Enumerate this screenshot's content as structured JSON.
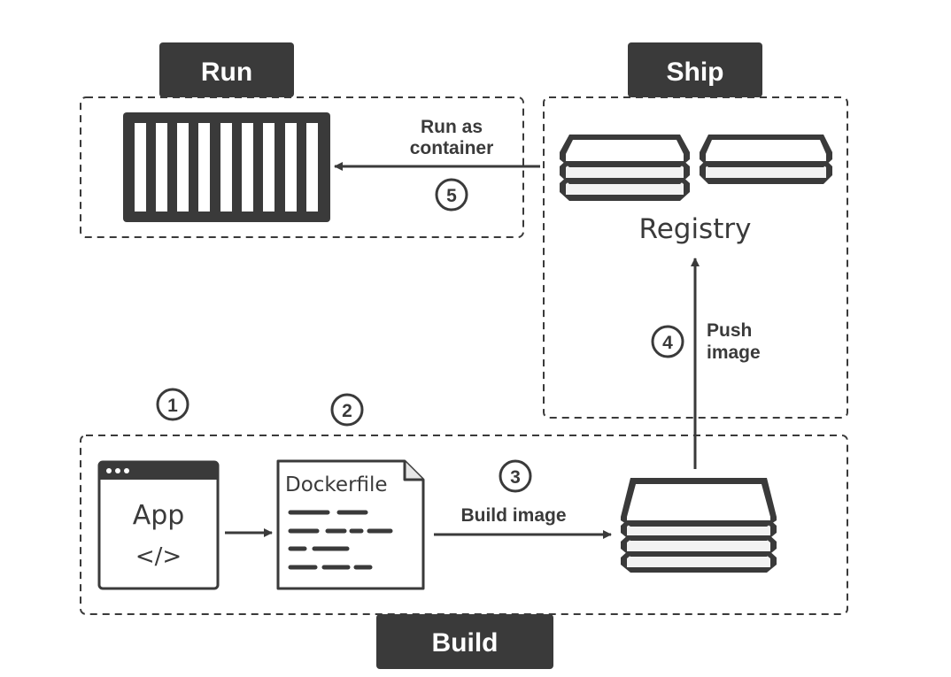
{
  "colors": {
    "dark": "#3a3a3a",
    "light": "#f2f2f2",
    "white": "#ffffff"
  },
  "sections": {
    "run": "Run",
    "ship": "Ship",
    "build": "Build"
  },
  "steps": {
    "s1": "1",
    "s2": "2",
    "s3": "3",
    "s4": "4",
    "s5": "5"
  },
  "arrows": {
    "run_as_container_line1": "Run as",
    "run_as_container_line2": "container",
    "push_image_line1": "Push",
    "push_image_line2": "image",
    "build_image": "Build image"
  },
  "nodes": {
    "registry": "Registry",
    "app": "App",
    "app_code": "</>",
    "dockerfile": "Dockerfile"
  }
}
